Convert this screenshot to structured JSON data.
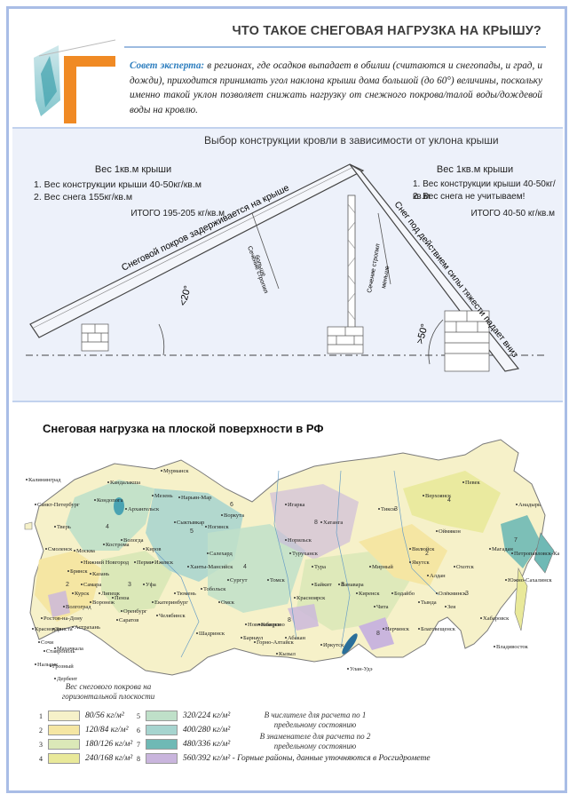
{
  "header": {
    "title": "ЧТО ТАКОЕ СНЕГОВАЯ НАГРУЗКА НА КРЫШУ?",
    "advice_lead": "Совет эксперта:",
    "advice_body": " в регионах, где осадков выпадает в обилии (считаются и снегопады, и град, и дожди), приходится принимать угол наклона крыши дома большой (до 60°) величины, поскольку именно такой уклон позволяет снижать нагрузку от снежного покрова/талой воды/дождевой воды на кровлю."
  },
  "diagram": {
    "title": "Выбор конструкции кровли в зависимости от уклона крыши",
    "left": {
      "heading": "Вес 1кв.м крыши",
      "line1": "1. Вес конструкции крыши 40-50кг/кв.м",
      "line2": "2. Вес снега 155кг/кв.м",
      "total": "ИТОГО 195-205 кг/кв.м",
      "slope_label": "Снеговой покров задерживается на крыше",
      "angle": "<20°",
      "section_label": "Сечение стропил",
      "section_value": "больше"
    },
    "right": {
      "heading": "Вес 1кв.м крыши",
      "line1": "1. Вес конструкции крыши 40-50кг/кв.м",
      "line2": "2. Вес снега не учитываем!",
      "total": "ИТОГО 40-50 кг/кв.м",
      "slope_label": "Снег под действием силы тяжести падает вниз",
      "angle": ">50°",
      "section_label": "Сечение стропил",
      "section_value": "меньше"
    }
  },
  "map": {
    "title": "Снеговая нагрузка на плоской поверхности в РФ",
    "cities": [
      "Мурманск",
      "Калининград",
      "Санкт-Петербург",
      "Архангельск",
      "Вологда",
      "Тверь",
      "Москва",
      "Воркута",
      "Смоленск",
      "Киров",
      "Нижний Новгород",
      "Пермь",
      "Казань",
      "Самара",
      "Уфа",
      "Екатеринбург",
      "Оренбург",
      "Челябинск",
      "Тюмень",
      "Волгоград",
      "Ростов-на-Дону",
      "Краснодар",
      "Сочи",
      "Махачкала",
      "Астрахань",
      "Элиста",
      "Сургут",
      "Салехард",
      "Норильск",
      "Хатанга",
      "Тикси",
      "Якутск",
      "Мирный",
      "Красноярск",
      "Новосибирск",
      "Омск",
      "Томск",
      "Кемерово",
      "Барнаул",
      "Иркутск",
      "Чита",
      "Улан-Удэ",
      "Благовещенск",
      "Хабаровск",
      "Владивосток",
      "Магадан",
      "Анадырь",
      "Петропавловск-Камчатский",
      "Южно-Сахалинск",
      "Певек",
      "Верхоянск",
      "Оймякон",
      "Игарка",
      "Туруханск",
      "Ханты-Мансийск",
      "Тобольск",
      "Брянск",
      "Курск",
      "Воронеж",
      "Липецк",
      "Пенза",
      "Саратов",
      "Ижевск",
      "Сыктывкар",
      "Нарьян-Мар",
      "Тура",
      "Ванавара",
      "Киренск",
      "Бодайбо",
      "Тында",
      "Алдан",
      "Охотск",
      "Нерчинск",
      "Кызыл",
      "Абакан",
      "Горно-Алтайск",
      "Шадринск",
      "Кондопога",
      "Кострома",
      "Мезень",
      "Ставрополь",
      "Нальчик",
      "Грозный",
      "Дербент",
      "Кандалакша",
      "Вилюйск",
      "Олёкминск",
      "Зея",
      "Байкит",
      "Ногинск"
    ],
    "legend_heading": "Вес снегового покрова на горизонтальной плоскости",
    "legend": [
      {
        "num": "1",
        "label": "80/56 кг/м²",
        "color": "#f6f1c9"
      },
      {
        "num": "2",
        "label": "120/84 кг/м²",
        "color": "#f5e6a3"
      },
      {
        "num": "3",
        "label": "180/126 кг/м²",
        "color": "#dbe8b8"
      },
      {
        "num": "4",
        "label": "240/168 кг/м²",
        "color": "#e9e99a"
      },
      {
        "num": "5",
        "label": "320/224 кг/м²",
        "color": "#bfe0c9"
      },
      {
        "num": "6",
        "label": "400/280 кг/м²",
        "color": "#a6d4cf"
      },
      {
        "num": "7",
        "label": "480/336 кг/м²",
        "color": "#6fb9b5"
      },
      {
        "num": "8",
        "label": "560/392 кг/м² - Горные районы, данные уточняются в Росгидромете",
        "color": "#c9b5dd"
      }
    ],
    "note1": "В числителе для расчета по 1 предельному состоянию",
    "note2": "В знаменателе для расчета по 2 предельному состоянию"
  },
  "colors": {
    "frame": "#a9bde6",
    "accent": "#2f7fbf",
    "orange": "#f08a24",
    "mapBorder": "#7a7a7a"
  }
}
